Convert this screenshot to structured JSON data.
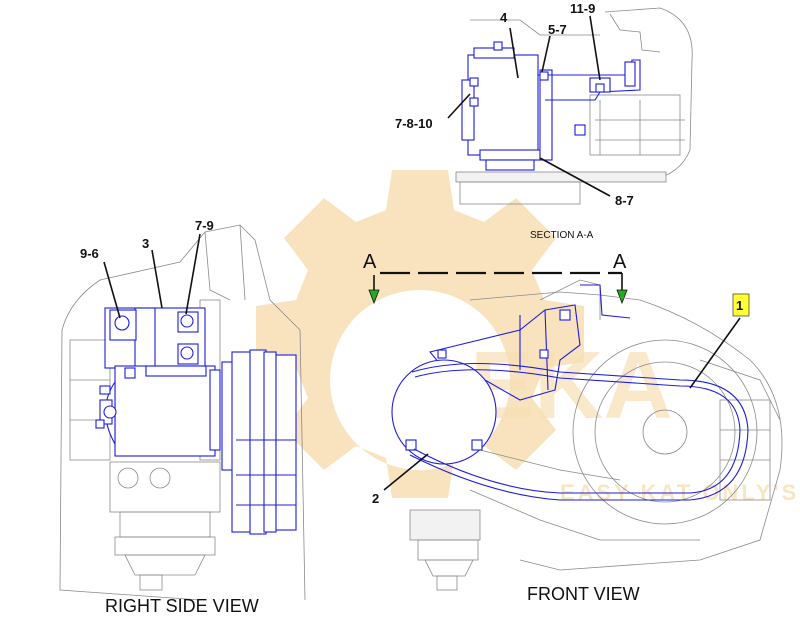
{
  "colors": {
    "part_outline": "#1d1ddd",
    "background_outline": "#8a8a8a",
    "watermark": "#f5d9a8",
    "arrow": "#22aa22",
    "highlight": "#ffff33"
  },
  "watermark": {
    "icon": "gear-logo-watermark",
    "text_main": "EKA",
    "text_sub": "EASY KAT ONLY'S"
  },
  "section": {
    "title": "SECTION A-A",
    "cut_start": "A",
    "cut_end": "A"
  },
  "views": {
    "right_side": "RIGHT SIDE VIEW",
    "front": "FRONT VIEW"
  },
  "callouts": {
    "c4": "4",
    "c11_9": "11-9",
    "c5_7": "5-7",
    "c7_8_10": "7-8-10",
    "c8_7": "8-7",
    "c9_6": "9-6",
    "c3": "3",
    "c7_9": "7-9",
    "c1": "1",
    "c2": "2"
  }
}
